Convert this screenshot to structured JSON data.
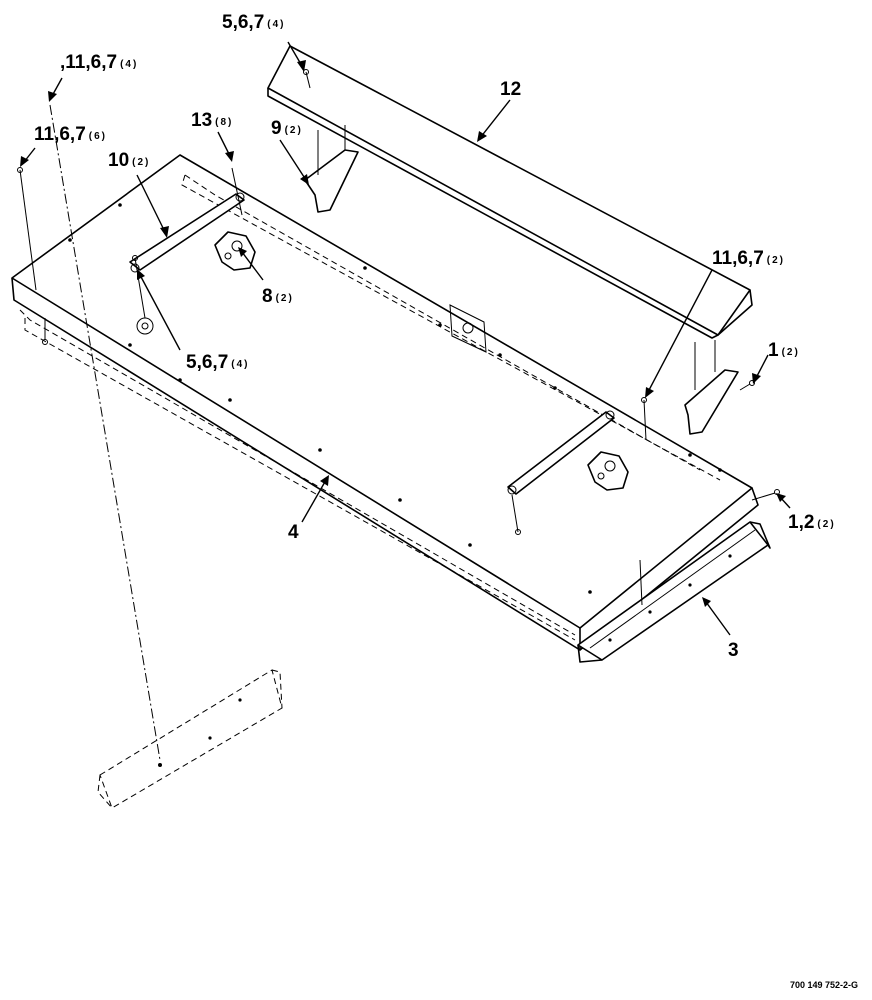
{
  "diagram": {
    "callouts": [
      {
        "id": "c1",
        "label": "5,6,7",
        "qty": "(4)"
      },
      {
        "id": "c2",
        "label": ",11,6,7",
        "qty": "(4)"
      },
      {
        "id": "c3",
        "label": "11,6,7",
        "qty": "(6)"
      },
      {
        "id": "c4",
        "label": "13",
        "qty": "(8)"
      },
      {
        "id": "c5",
        "label": "9",
        "qty": "(2)"
      },
      {
        "id": "c6",
        "label": "12",
        "qty": ""
      },
      {
        "id": "c7",
        "label": "10",
        "qty": "(2)"
      },
      {
        "id": "c8",
        "label": "8",
        "qty": "(2)"
      },
      {
        "id": "c9",
        "label": "5,6,7",
        "qty": "(4)"
      },
      {
        "id": "c10",
        "label": "11,6,7",
        "qty": "(2)"
      },
      {
        "id": "c11",
        "label": "1",
        "qty": "(2)"
      },
      {
        "id": "c12",
        "label": "4",
        "qty": ""
      },
      {
        "id": "c13",
        "label": "1,2",
        "qty": "(2)"
      },
      {
        "id": "c14",
        "label": "3",
        "qty": ""
      }
    ],
    "drawing_number": "700 149 752-2-G"
  }
}
